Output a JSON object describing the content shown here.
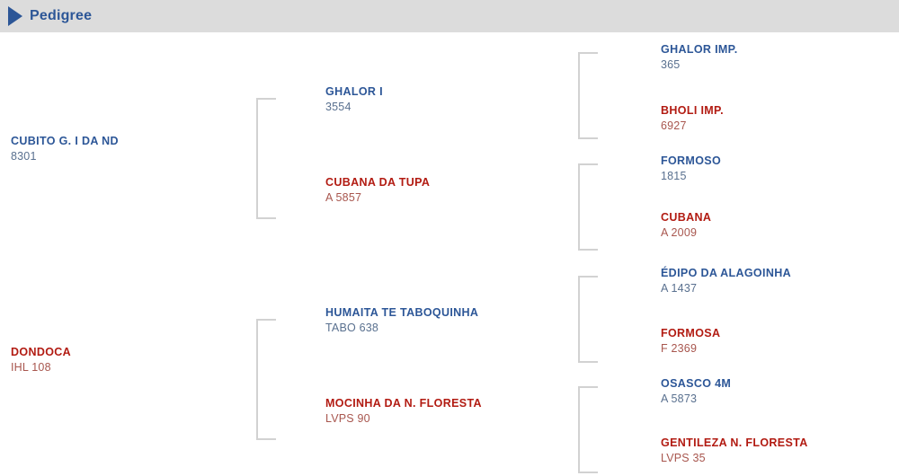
{
  "header": {
    "title": "Pedigree",
    "triangle_icon": "triangle-right-icon",
    "bar_color": "#dcdcdc",
    "accent_color": "#2c5697"
  },
  "colors": {
    "sire_name": "#2c5697",
    "sire_reg": "#59708f",
    "dam_name": "#b21b12",
    "dam_reg": "#a8564e",
    "bracket": "#d2d2d2"
  },
  "pedigree": {
    "generations": 3,
    "generation_1": [
      {
        "name": "CUBITO G. I DA ND",
        "reg": "8301",
        "sex": "M"
      },
      {
        "name": "DONDOCA",
        "reg": "IHL 108",
        "sex": "F"
      }
    ],
    "generation_2": [
      {
        "name": "GHALOR I",
        "reg": "3554",
        "sex": "M"
      },
      {
        "name": "CUBANA DA TUPA",
        "reg": "A 5857",
        "sex": "F"
      },
      {
        "name": "HUMAITA TE TABOQUINHA",
        "reg": "TABO 638",
        "sex": "M"
      },
      {
        "name": "MOCINHA DA N. FLORESTA",
        "reg": "LVPS 90",
        "sex": "F"
      }
    ],
    "generation_3": [
      {
        "name": "GHALOR IMP.",
        "reg": "365",
        "sex": "M"
      },
      {
        "name": "BHOLI IMP.",
        "reg": "6927",
        "sex": "F"
      },
      {
        "name": "FORMOSO",
        "reg": "1815",
        "sex": "M"
      },
      {
        "name": "CUBANA",
        "reg": "A 2009",
        "sex": "F"
      },
      {
        "name": "ÉDIPO DA ALAGOINHA",
        "reg": "A 1437",
        "sex": "M"
      },
      {
        "name": "FORMOSA",
        "reg": "F 2369",
        "sex": "F"
      },
      {
        "name": "OSASCO 4M",
        "reg": "A 5873",
        "sex": "M"
      },
      {
        "name": "GENTILEZA N. FLORESTA",
        "reg": "LVPS 35",
        "sex": "F"
      }
    ]
  }
}
